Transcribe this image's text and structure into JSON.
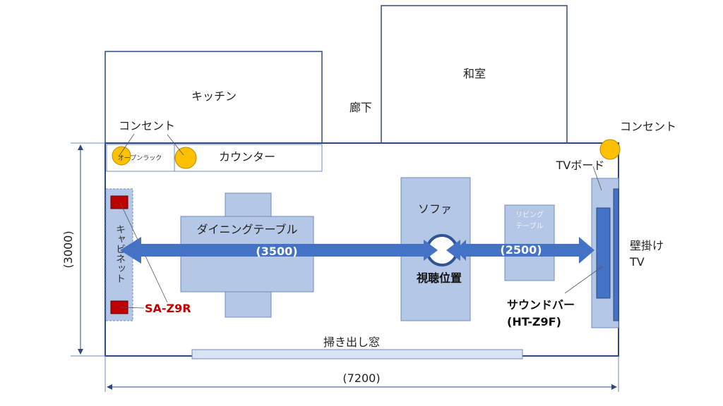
{
  "rooms": {
    "kitchen": "キッチン",
    "washitsu": "和室",
    "hallway": "廊下",
    "counter": "カウンター",
    "open_rack": "オープンラック"
  },
  "outlets": {
    "left_label": "コンセント",
    "right_label": "コンセント"
  },
  "furniture": {
    "cabinet": "キャビネット",
    "dining_table": "ダイニングテーブル",
    "sofa": "ソファ",
    "living_table_line1": "リビング",
    "living_table_line2": "テーブル",
    "tv_board": "TVボード",
    "wall_tv_line1": "壁掛け",
    "wall_tv_line2": "TV",
    "window": "掃き出し窓"
  },
  "audio": {
    "rear_speakers": "SA-Z9R",
    "soundbar_line1": "サウンドバー",
    "soundbar_line2": "(HT-Z9F)",
    "listening_position": "視聴位置"
  },
  "dimensions": {
    "to_rear": "(3500)",
    "to_tv": "(2500)",
    "room_depth": "(3000)",
    "room_width": "(7200)"
  },
  "colors": {
    "outlet": "#FFC000",
    "speaker": "#C00000",
    "arrow": "#4472C4",
    "furniture": "#B4C7E7"
  }
}
